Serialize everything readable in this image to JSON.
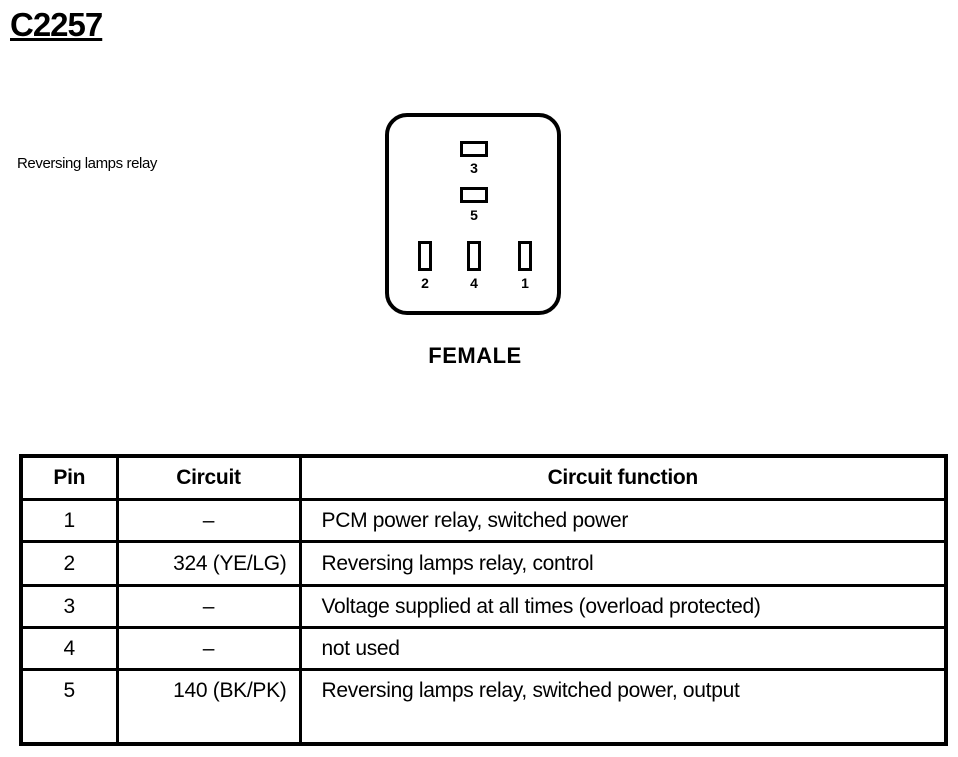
{
  "connector_id": "C2257",
  "description": "Reversing lamps relay",
  "gender": "FEMALE",
  "pins": [
    "3",
    "5",
    "2",
    "4",
    "1"
  ],
  "table": {
    "headers": [
      "Pin",
      "Circuit",
      "Circuit function"
    ],
    "rows": [
      {
        "pin": "1",
        "circuit": "–",
        "function": "PCM power relay, switched power"
      },
      {
        "pin": "2",
        "circuit": "324 (YE/LG)",
        "function": "Reversing lamps relay, control"
      },
      {
        "pin": "3",
        "circuit": "–",
        "function": "Voltage supplied at all times (overload protected)"
      },
      {
        "pin": "4",
        "circuit": "–",
        "function": "not used"
      },
      {
        "pin": "5",
        "circuit": "140 (BK/PK)",
        "function": "Reversing lamps relay, switched power, output"
      }
    ]
  }
}
